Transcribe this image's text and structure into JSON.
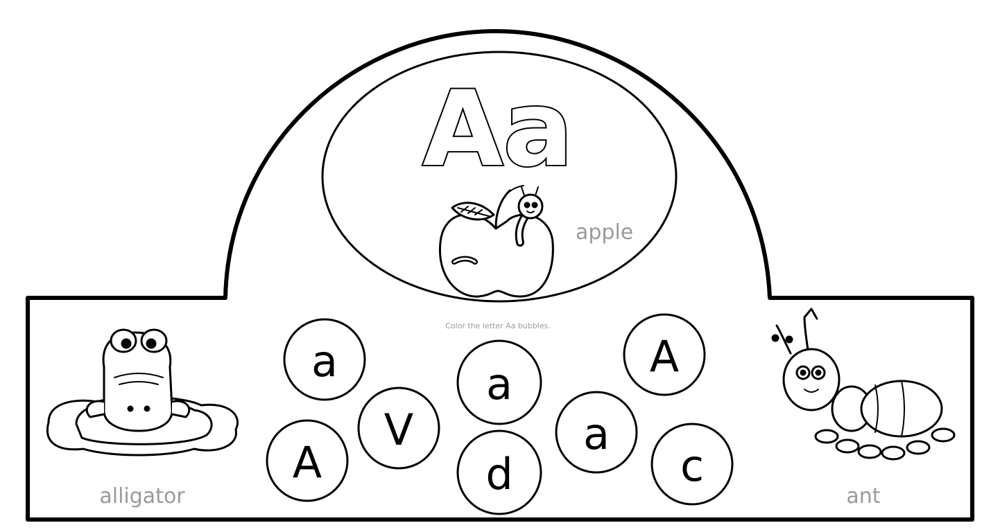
{
  "headline": {
    "letter_pair": "Aa"
  },
  "words": {
    "apple": "apple",
    "alligator": "alligator",
    "ant": "ant"
  },
  "instruction": "Color the letter Aa bubbles.",
  "bubbles": [
    "a",
    "A",
    "a",
    "A",
    "V",
    "a",
    "d",
    "c"
  ],
  "icons": [
    "apple-with-worm-icon",
    "alligator-icon",
    "ant-icon"
  ]
}
